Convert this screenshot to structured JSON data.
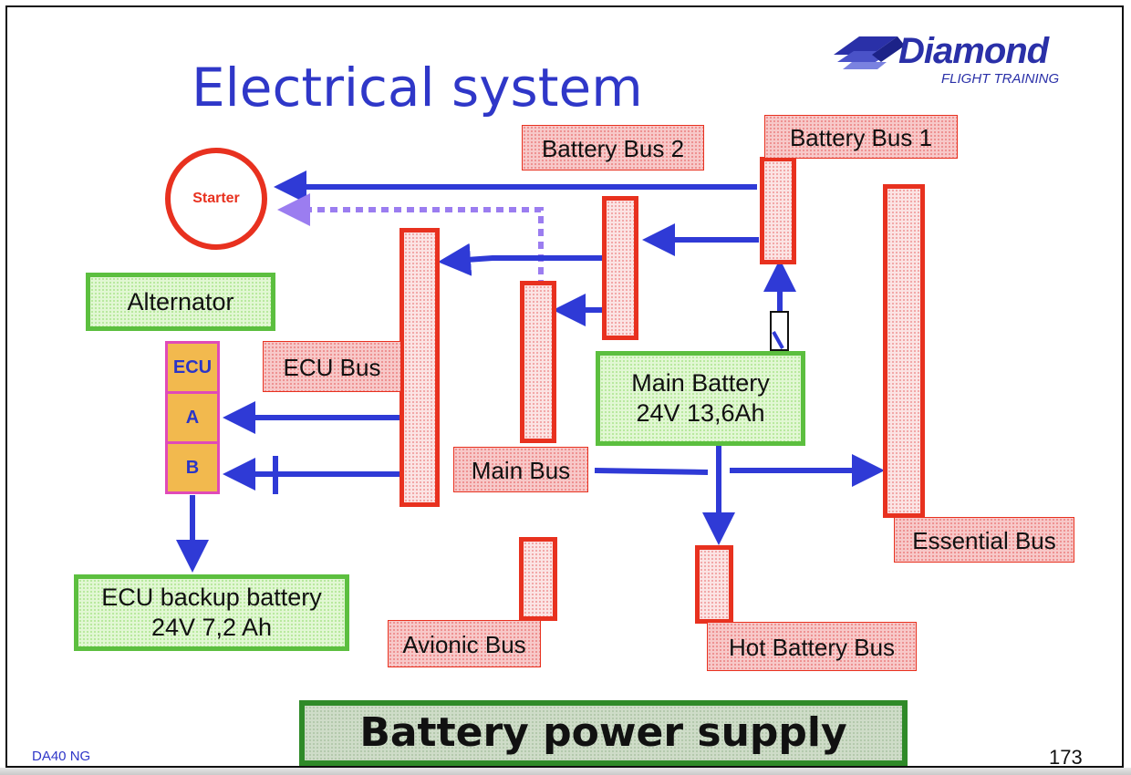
{
  "slide": {
    "title": "Electrical system",
    "footer_left": "DA40 NG",
    "page_number": "173",
    "banner": "Battery power supply"
  },
  "logo": {
    "word": "Diamond",
    "subtitle": "FLIGHT TRAINING"
  },
  "diagram": {
    "starter": "Starter",
    "alternator": "Alternator",
    "ecu": {
      "ecu": "ECU",
      "a": "A",
      "b": "B"
    },
    "ecu_backup_battery": [
      "ECU backup battery",
      "24V 7,2 Ah"
    ],
    "main_battery": [
      "Main Battery",
      "24V 13,6Ah"
    ],
    "buses": {
      "battery_bus_1": "Battery Bus 1",
      "battery_bus_2": "Battery Bus 2",
      "ecu_bus": "ECU Bus",
      "main_bus": "Main Bus",
      "essential_bus": "Essential Bus",
      "avionic_bus": "Avionic Bus",
      "hot_battery_bus": "Hot Battery Bus"
    }
  },
  "colors": {
    "bus_border": "#e8311f",
    "arrow_blue": "#2f3ad6",
    "arrow_purple": "#9b7df0",
    "green_border": "#5cbf3f",
    "title_blue": "#2f37c8"
  }
}
